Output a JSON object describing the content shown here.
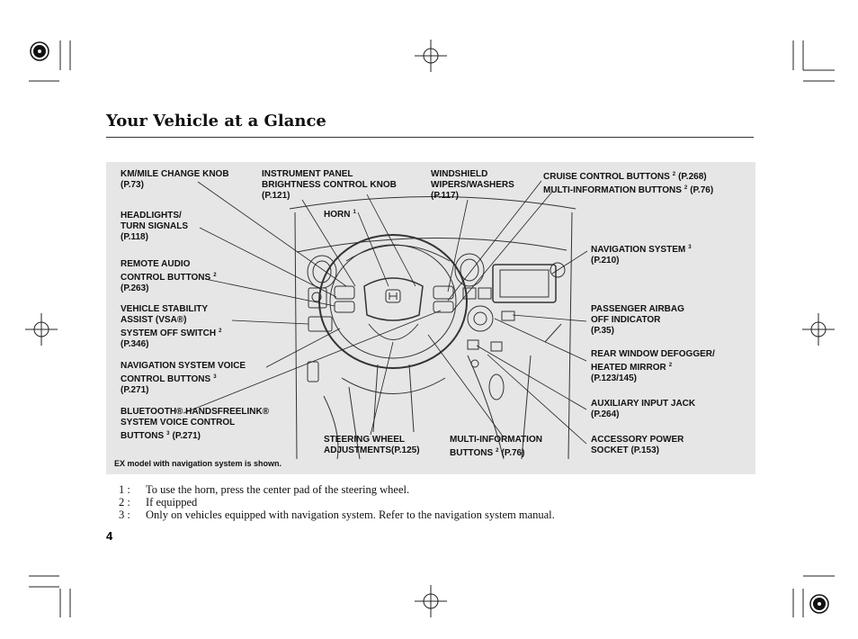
{
  "page": {
    "title": "Your Vehicle at a Glance",
    "number": "4"
  },
  "labels": {
    "km_mile": {
      "text": "KM/MILE CHANGE KNOB",
      "ref": "(P.73)"
    },
    "instrument": {
      "line1": "INSTRUMENT PANEL",
      "line2": "BRIGHTNESS CONTROL KNOB",
      "ref": "(P.121)"
    },
    "windshield": {
      "line1": "WINDSHIELD",
      "line2": "WIPERS/WASHERS",
      "ref": "(P.117)"
    },
    "cruise": {
      "text": "CRUISE CONTROL BUTTONS",
      "sup": "2",
      "ref": "(P.268)"
    },
    "multi_top": {
      "text": "MULTI-INFORMATION BUTTONS",
      "sup": "2",
      "ref": "(P.76)"
    },
    "headlights": {
      "line1": "HEADLIGHTS/",
      "line2": "TURN SIGNALS",
      "ref": "(P.118)"
    },
    "horn": {
      "text": "HORN",
      "sup": "1"
    },
    "navigation": {
      "text": "NAVIGATION SYSTEM",
      "sup": "3",
      "ref": "(P.210)"
    },
    "remote_audio": {
      "line1": "REMOTE AUDIO",
      "line2": "CONTROL BUTTONS",
      "sup": "2",
      "ref": "(P.263)"
    },
    "vsa": {
      "line1": "VEHICLE STABILITY",
      "line2": "ASSIST (VSA®)",
      "line3": "SYSTEM OFF SWITCH",
      "sup": "2",
      "ref": "(P.346)"
    },
    "airbag": {
      "line1": "PASSENGER AIRBAG",
      "line2": "OFF INDICATOR",
      "ref": "(P.35)"
    },
    "defogger": {
      "line1": "REAR WINDOW DEFOGGER/",
      "line2": "HEATED MIRROR",
      "sup": "2",
      "ref": "(P.123/145)"
    },
    "nav_voice": {
      "line1": "NAVIGATION SYSTEM VOICE",
      "line2": "CONTROL BUTTONS",
      "sup": "3",
      "ref": "(P.271)"
    },
    "aux": {
      "text": "AUXILIARY INPUT JACK",
      "ref": "(P.264)"
    },
    "bluetooth": {
      "line1": "BLUETOOTH® HANDSFREELINK®",
      "line2": "SYSTEM VOICE CONTROL",
      "line3": "BUTTONS",
      "sup": "3",
      "ref": "(P.271)"
    },
    "steering": {
      "line1": "STEERING WHEEL",
      "line2": "ADJUSTMENTS",
      "ref": "(P.125)"
    },
    "multi_bottom": {
      "line1": "MULTI-INFORMATION",
      "line2": "BUTTONS",
      "sup": "2",
      "ref": "(P.76)"
    },
    "accessory": {
      "line1": "ACCESSORY POWER",
      "line2": "SOCKET",
      "ref": "(P.153)"
    }
  },
  "panel_note": "EX model with navigation system is shown.",
  "footnotes": [
    {
      "num": "1 :",
      "text": "To use the horn, press the center pad of the steering wheel."
    },
    {
      "num": "2 :",
      "text": "If equipped"
    },
    {
      "num": "3 :",
      "text": "Only on vehicles equipped with navigation system. Refer to the navigation system manual."
    }
  ]
}
